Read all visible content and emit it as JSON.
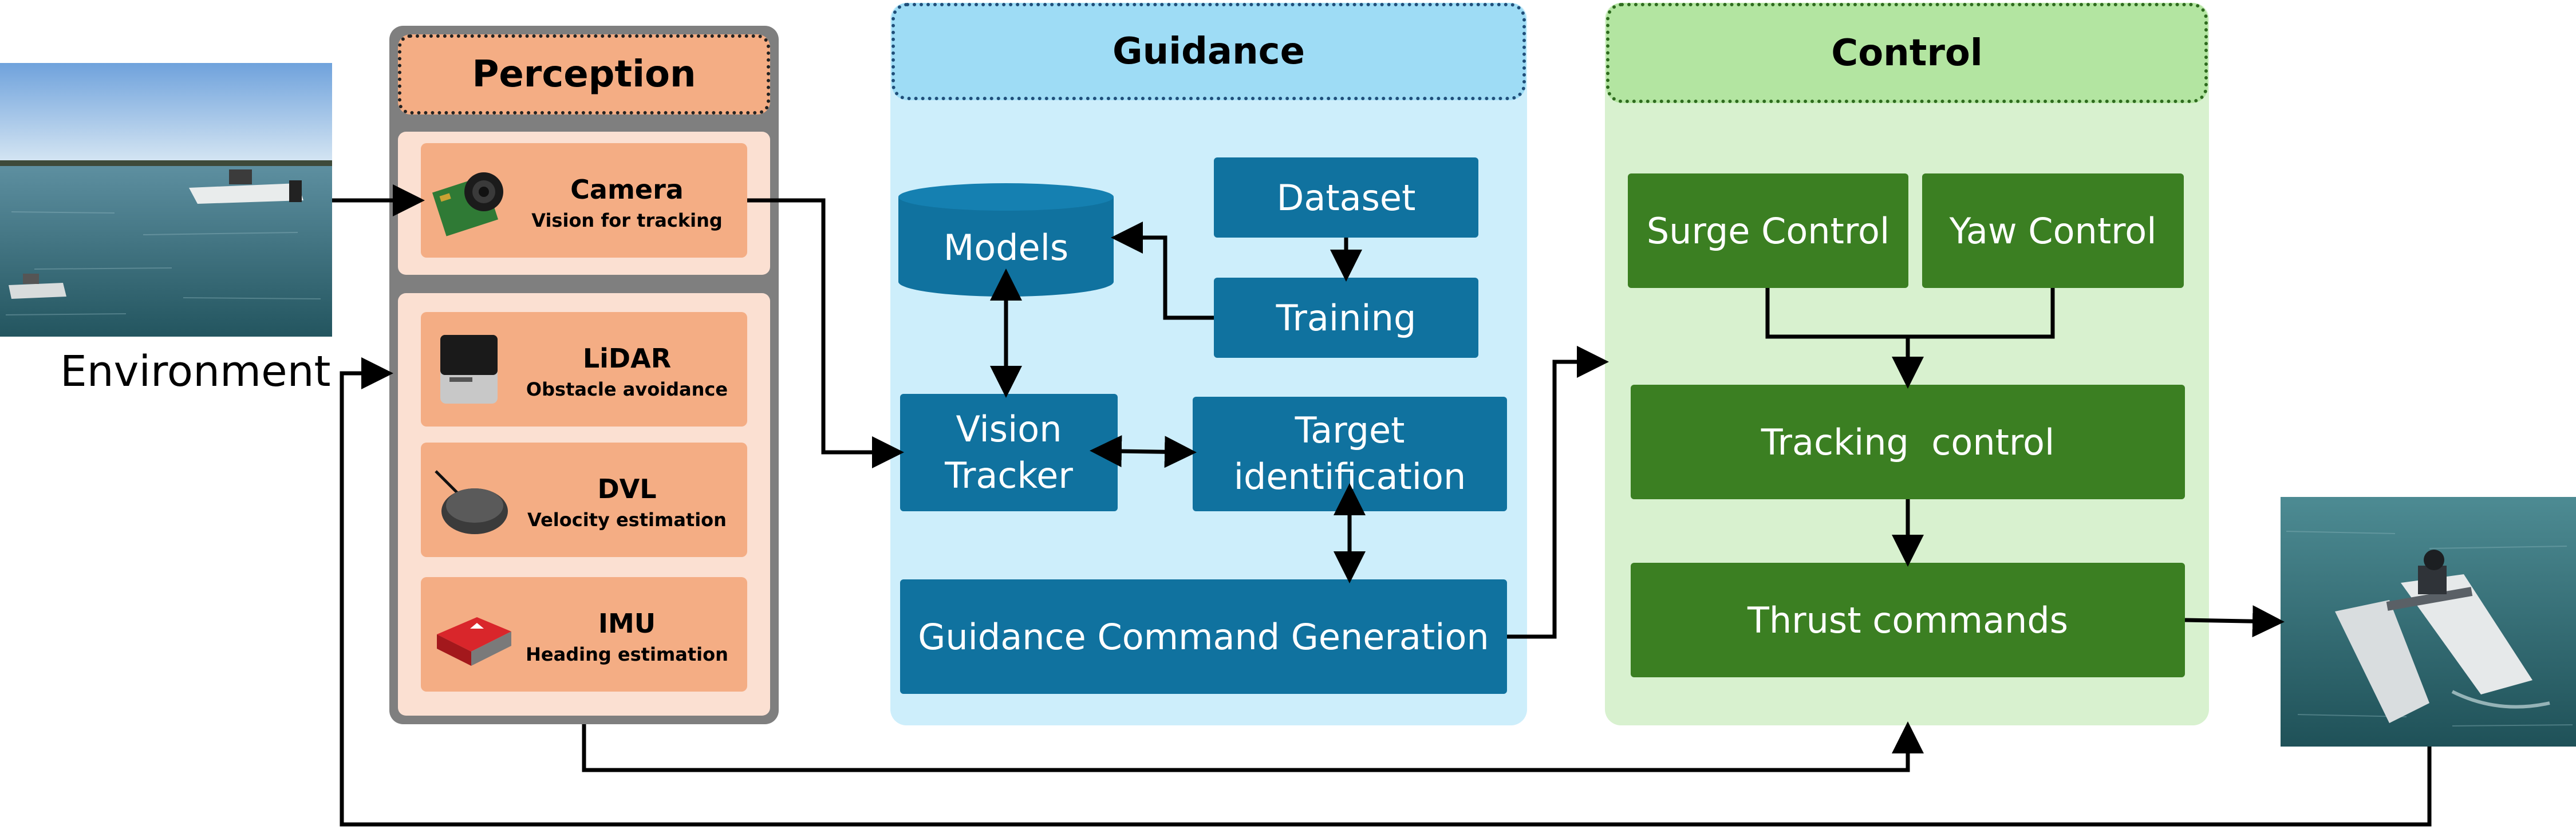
{
  "environment": {
    "label": "Environment"
  },
  "perception": {
    "title": "Perception",
    "sensors": [
      {
        "name": "Camera",
        "description": "Vision for tracking",
        "icon": "camera-board-icon"
      },
      {
        "name": "LiDAR",
        "description": "Obstacle avoidance",
        "icon": "lidar-icon"
      },
      {
        "name": "DVL",
        "description": "Velocity estimation",
        "icon": "dvl-icon"
      },
      {
        "name": "IMU",
        "description": "Heading estimation",
        "icon": "imu-icon"
      }
    ]
  },
  "guidance": {
    "title": "Guidance",
    "models": "Models",
    "dataset": "Dataset",
    "training": "Training",
    "vision_tracker": "Vision Tracker",
    "target_identification": "Target identification",
    "command_generation": "Guidance Command Generation"
  },
  "control": {
    "title": "Control",
    "surge": "Surge Control",
    "yaw": "Yaw Control",
    "tracking": "Tracking  control",
    "thrust": "Thrust commands"
  },
  "colors": {
    "perception_panel": "#7f7f7f",
    "perception_title": "#f4ad84",
    "perception_inner": "#fbe0d2",
    "guidance_panel": "#cdeefb",
    "guidance_title": "#9edcf5",
    "guidance_box": "#10729f",
    "control_panel": "#d8f1cf",
    "control_title": "#b3e5a1",
    "control_box": "#3b7f22"
  }
}
